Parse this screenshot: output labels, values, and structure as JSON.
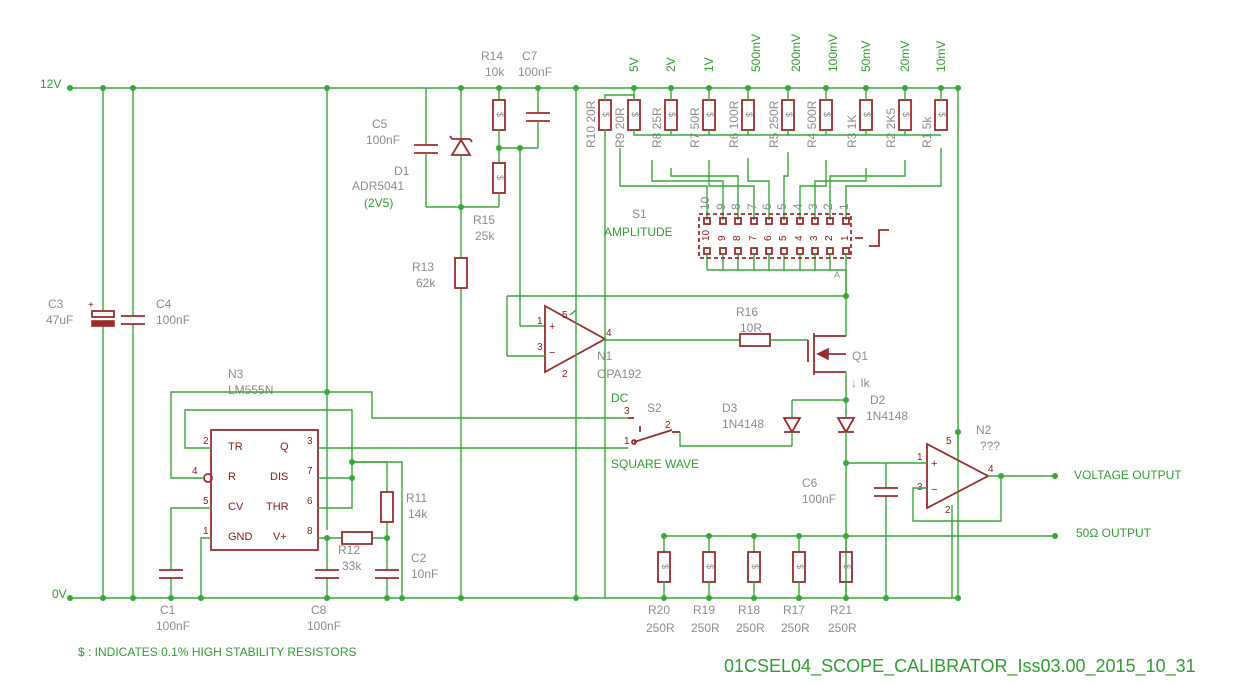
{
  "nets": {
    "v12": "12V",
    "v0": "0V"
  },
  "outputs": {
    "voltage": "VOLTAGE OUTPUT",
    "ohm50": "50Ω OUTPUT"
  },
  "note": "$ : INDICATES 0.1%  HIGH STABILITY RESISTORS",
  "title": "01CSEL04_SCOPE_CALIBRATOR_Iss03.00_2015_10_31",
  "amplitudes": [
    "5V",
    "2V",
    "1V",
    "500mV",
    "200mV",
    "100mV",
    "50mV",
    "20mV",
    "10mV"
  ],
  "divider": [
    {
      "name": "R10 20R"
    },
    {
      "name": "R9 20R"
    },
    {
      "name": "R8 25R"
    },
    {
      "name": "R7 50R"
    },
    {
      "name": "R6 100R"
    },
    {
      "name": "R5 250R"
    },
    {
      "name": "R4 500R"
    },
    {
      "name": "R3 1K"
    },
    {
      "name": "R2 2K5"
    },
    {
      "name": "R1 5k"
    }
  ],
  "switch_pins": [
    "10",
    "9",
    "8",
    "7",
    "6",
    "5",
    "4",
    "3",
    "2",
    "1"
  ],
  "switch_inner": [
    "10",
    "9",
    "8",
    "7",
    "6",
    "5",
    "4",
    "3",
    "2",
    "1"
  ],
  "parts": {
    "c3": "C3",
    "c3v": "47uF",
    "c4": "C4",
    "c4v": "100nF",
    "c5": "C5",
    "c5v": "100nF",
    "d1": "D1",
    "d1v": "ADR5041",
    "d1n": "(2V5)",
    "r14": "R14",
    "r14v": "10k",
    "c7": "C7",
    "c7v": "100nF",
    "r15": "R15",
    "r15v": "25k",
    "r13": "R13",
    "r13v": "62k",
    "s1": "S1",
    "s1v": "AMPLITUDE",
    "n1": "N1",
    "n1v": "OPA192",
    "r16": "R16",
    "r16v": "10R",
    "q1": "Q1",
    "ik": "↓ Ik",
    "n3": "N3",
    "n3v": "LM555N",
    "dc": "DC",
    "s2": "S2",
    "sq": "SQUARE WAVE",
    "d3": "D3",
    "d3v": "1N4148",
    "d2": "D2",
    "d2v": "1N4148",
    "n2": "N2",
    "n2v": "???",
    "c6": "C6",
    "c6v": "100nF",
    "r11": "R11",
    "r11v": "14k",
    "r12": "R12",
    "r12v": "33k",
    "c2": "C2",
    "c2v": "10nF",
    "c1": "C1",
    "c1v": "100nF",
    "c8": "C8",
    "c8v": "100nF"
  },
  "ic555": {
    "tr": "TR",
    "q": "Q",
    "r": "R",
    "dis": "DIS",
    "cv": "CV",
    "thr": "THR",
    "gnd": "GND",
    "vp": "V+",
    "p2": "2",
    "p3": "3",
    "p4": "4",
    "p7": "7",
    "p5": "5",
    "p6": "6",
    "p1": "1",
    "p8": "8"
  },
  "opamp_pins": {
    "n1_1": "1",
    "n1_3": "3",
    "n1_5": "5",
    "n1_4": "4",
    "n1_2": "2",
    "n2_1": "1",
    "n2_3": "3",
    "n2_5": "5",
    "n2_4": "4",
    "n2_2": "2",
    "s2_3": "3",
    "s2_2": "2",
    "s2_1": "1"
  },
  "load": [
    {
      "name": "R20",
      "value": "250R"
    },
    {
      "name": "R19",
      "value": "250R"
    },
    {
      "name": "R18",
      "value": "250R"
    },
    {
      "name": "R17",
      "value": "250R"
    },
    {
      "name": "R21",
      "value": "250R"
    }
  ]
}
